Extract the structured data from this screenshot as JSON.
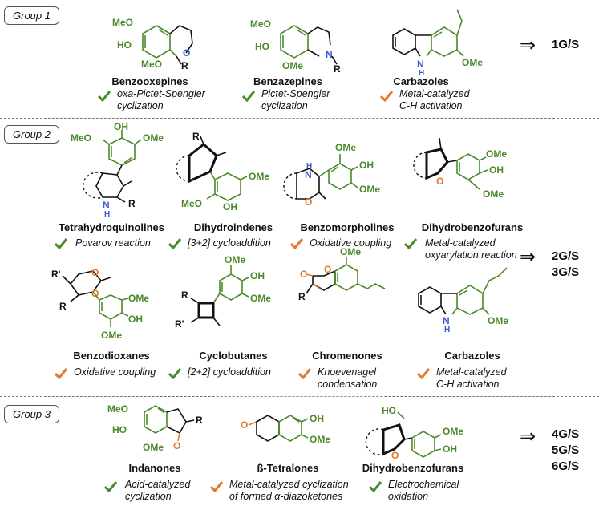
{
  "groups": [
    {
      "label": "Group 1",
      "result_lines": [
        "1G/S"
      ],
      "items": [
        {
          "name": "Benzooxepines",
          "method_lines": [
            "oxa-Pictet-Spengler",
            "cyclization"
          ],
          "status": "green"
        },
        {
          "name": "Benzazepines",
          "method_lines": [
            "Pictet-Spengler",
            "cyclization"
          ],
          "status": "green"
        },
        {
          "name": "Carbazoles",
          "method_lines": [
            "Metal-catalyzed",
            "C-H activation"
          ],
          "status": "orange"
        }
      ]
    },
    {
      "label": "Group 2",
      "result_lines": [
        "2G/S",
        "3G/S"
      ],
      "items": [
        {
          "name": "Tetrahydroquinolines",
          "method_lines": [
            "Povarov reaction"
          ],
          "status": "green"
        },
        {
          "name": "Dihydroindenes",
          "method_lines": [
            "[3+2] cycloaddition"
          ],
          "status": "green"
        },
        {
          "name": "Benzomorpholines",
          "method_lines": [
            "Oxidative coupling"
          ],
          "status": "orange"
        },
        {
          "name": "Dihydrobenzofurans",
          "method_lines": [
            "Metal-catalyzed",
            "oxyarylation reaction"
          ],
          "status": "green"
        },
        {
          "name": "Benzodioxanes",
          "method_lines": [
            "Oxidative coupling"
          ],
          "status": "orange"
        },
        {
          "name": "Cyclobutanes",
          "method_lines": [
            "[2+2] cycloaddition"
          ],
          "status": "green"
        },
        {
          "name": "Chromenones",
          "method_lines": [
            "Knoevenagel",
            "condensation"
          ],
          "status": "orange"
        },
        {
          "name": "Carbazoles",
          "method_lines": [
            "Metal-catalyzed",
            "C-H activation"
          ],
          "status": "orange"
        }
      ]
    },
    {
      "label": "Group 3",
      "result_lines": [
        "4G/S",
        "5G/S",
        "6G/S"
      ],
      "items": [
        {
          "name": "Indanones",
          "method_lines": [
            "Acid-catalyzed",
            "cyclization"
          ],
          "status": "green"
        },
        {
          "name": "ß-Tetralones",
          "method_lines": [
            "Metal-catalyzed cyclization",
            "of formed α-diazoketones"
          ],
          "status": "orange"
        },
        {
          "name": "Dihydrobenzofurans",
          "method_lines": [
            "Electrochemical",
            "oxidation"
          ],
          "status": "green"
        }
      ]
    }
  ],
  "arrow_symbol": "⇒",
  "atom_labels": {
    "meo": "MeO",
    "ome": "OMe",
    "ho": "HO",
    "oh": "OH",
    "o": "O",
    "n": "N",
    "h": "H",
    "nh": "NH",
    "r": "R",
    "rp": "R'"
  },
  "colors": {
    "green": "#4a8a2a",
    "orange": "#e07a2f",
    "blue": "#3b5bd6",
    "black": "#111111"
  },
  "icons": {
    "green": "check-icon",
    "orange": "check-icon"
  }
}
